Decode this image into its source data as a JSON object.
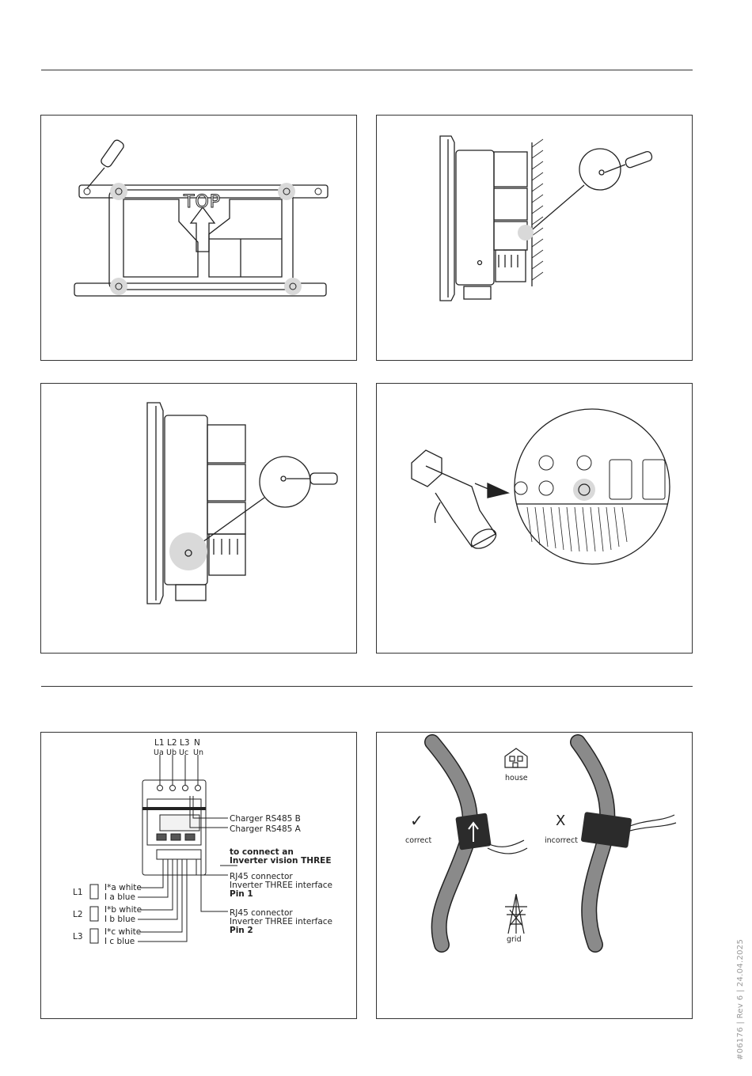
{
  "footer_code": "#06176 | Rev 6 | 24.04.2025",
  "panel1": {
    "top_label": "TOP"
  },
  "meter": {
    "phases": [
      "L1",
      "L2",
      "L3",
      "N"
    ],
    "voltages": [
      "Ua",
      "Ub",
      "Uc",
      "Un"
    ],
    "rs485_b": "Charger RS485 B",
    "rs485_a": "Charger RS485 A",
    "connect_line1": "to connect an",
    "connect_line2": "Inverter vision THREE",
    "rj45_pin1": [
      "RJ45 connector",
      "Inverter THREE interface",
      "Pin 1"
    ],
    "rj45_pin2": [
      "RJ45 connector",
      "Inverter THREE interface",
      "Pin 2"
    ],
    "ct": [
      {
        "phase": "L1",
        "white": "I*a white",
        "blue": "I a  blue"
      },
      {
        "phase": "L2",
        "white": "I*b white",
        "blue": "I b  blue"
      },
      {
        "phase": "L3",
        "white": "I*c white",
        "blue": "I c  blue"
      }
    ]
  },
  "clamp": {
    "house": "house",
    "grid": "grid",
    "correct": "correct",
    "incorrect": "incorrect",
    "correct_mark": "✓",
    "incorrect_mark": "X"
  }
}
